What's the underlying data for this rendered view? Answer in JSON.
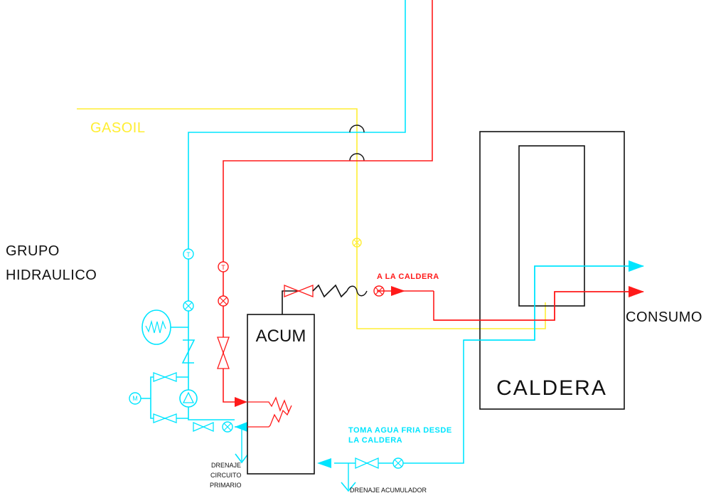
{
  "labels": {
    "gasoil": "GASOIL",
    "grupo_line1": "GRUPO",
    "grupo_line2": "HIDRAULICO",
    "acum": "ACUM",
    "caldera": "CALDERA",
    "consumo": "CONSUMO",
    "a_la_caldera": "A LA CALDERA",
    "toma_line1": "TOMA AGUA FRIA DESDE",
    "toma_line2": "LA CALDERA",
    "drenaje_circuito_line1": "DRENAJE",
    "drenaje_circuito_line2": "CIRCUITO",
    "drenaje_circuito_line3": "PRIMARIO",
    "drenaje_acumulador": "DRENAJE ACUMULADOR",
    "thermometer_symbol": "T",
    "manometer_symbol": "M"
  },
  "colors": {
    "cold_water": "#00e5ff",
    "hot_water": "#ff1a1a",
    "fuel": "#ffee33",
    "outline": "#111111"
  }
}
